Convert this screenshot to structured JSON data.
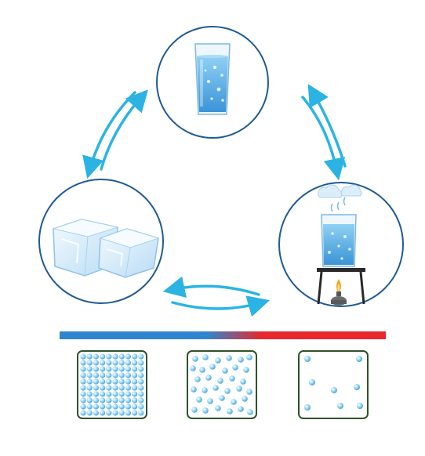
{
  "colors": {
    "ring": "#1f5a93",
    "arrow": "#2bb4e3",
    "water": "#5db3e8",
    "water_dark": "#3a94d6",
    "ice": "#d7ecfa",
    "ice_edge": "#8fc3e6",
    "box_border": "#2e5227",
    "particle": "#8fd0f2",
    "particle_edge": "#4aa6dc",
    "gradient_cold": "#2f86d0",
    "gradient_hot": "#e8262b",
    "steam": "#ddeefb"
  },
  "nodes": [
    {
      "id": "liquid",
      "icon": "glass-of-water-icon"
    },
    {
      "id": "gas",
      "icon": "heated-beaker-icon"
    },
    {
      "id": "solid",
      "icon": "ice-cubes-icon"
    }
  ],
  "temperature_bar": {
    "from": "cold",
    "to": "hot"
  },
  "particle_boxes": [
    {
      "state": "solid",
      "arrangement": "grid",
      "rows": 10,
      "cols": 10
    },
    {
      "state": "liquid",
      "arrangement": "loose"
    },
    {
      "state": "gas",
      "arrangement": "sparse"
    }
  ]
}
